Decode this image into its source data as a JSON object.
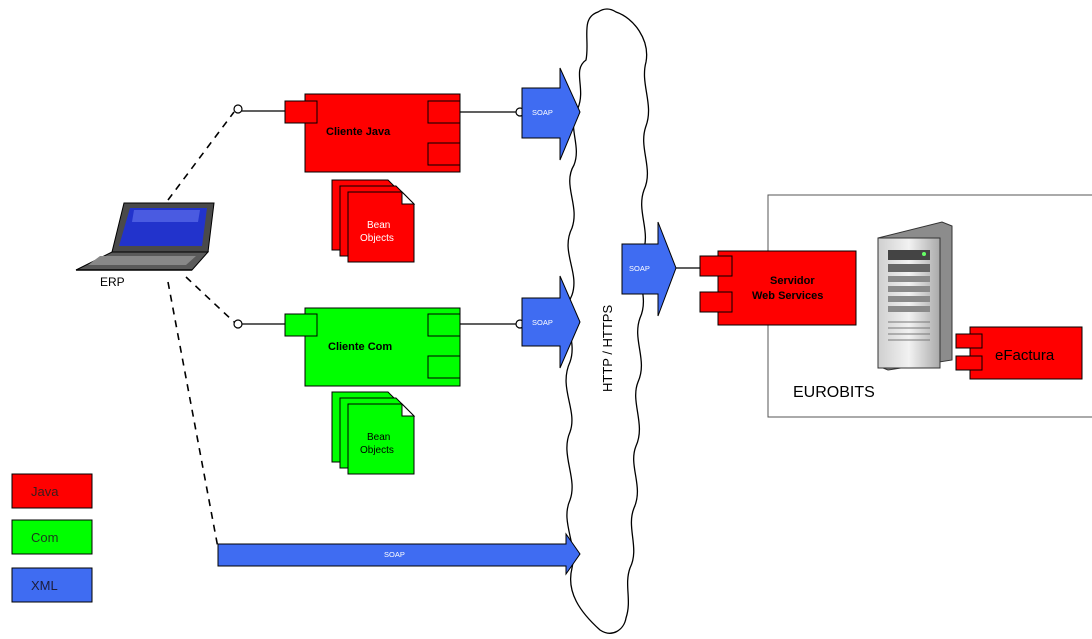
{
  "colors": {
    "java": "#ff0000",
    "com": "#00ff00",
    "xml": "#3f6cf2",
    "line": "#000000"
  },
  "erp": {
    "label": "ERP",
    "icon": "laptop-icon"
  },
  "components": {
    "java_client": "Cliente Java",
    "com_client": "Cliente Com",
    "server": [
      "Servidor",
      "Web Services"
    ],
    "efactura": "eFactura"
  },
  "bean_objects": [
    "Bean",
    "Objects"
  ],
  "soap_label": "SOAP",
  "cloud_label": "HTTP / HTTPS",
  "eurobits_label": "EUROBITS",
  "server_icon": "server-tower-icon",
  "legend": [
    {
      "label": "Java",
      "color": "#ff0000"
    },
    {
      "label": "Com",
      "color": "#00ff00"
    },
    {
      "label": "XML",
      "color": "#3f6cf2"
    }
  ]
}
